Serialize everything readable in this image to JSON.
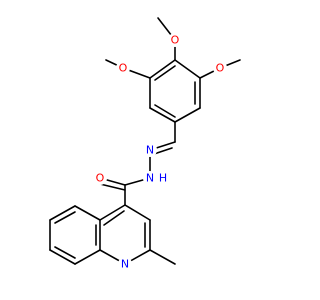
{
  "colors": {
    "background": "#ffffff",
    "bond": "#000000",
    "oxygen": "#ff0000",
    "nitrogen": "#0000ff"
  },
  "atoms": [
    {
      "id": "O_top",
      "label": "O",
      "element": "oxygen"
    },
    {
      "id": "O_left",
      "label": "O",
      "element": "oxygen"
    },
    {
      "id": "O_right",
      "label": "O",
      "element": "oxygen"
    },
    {
      "id": "N_imine",
      "label": "N",
      "element": "nitrogen"
    },
    {
      "id": "N_amide",
      "label": "N",
      "element": "nitrogen"
    },
    {
      "id": "H_amide",
      "label": "H",
      "element": "nitrogen"
    },
    {
      "id": "O_carbonyl",
      "label": "O",
      "element": "oxygen"
    },
    {
      "id": "N_ring",
      "label": "N",
      "element": "nitrogen"
    }
  ]
}
